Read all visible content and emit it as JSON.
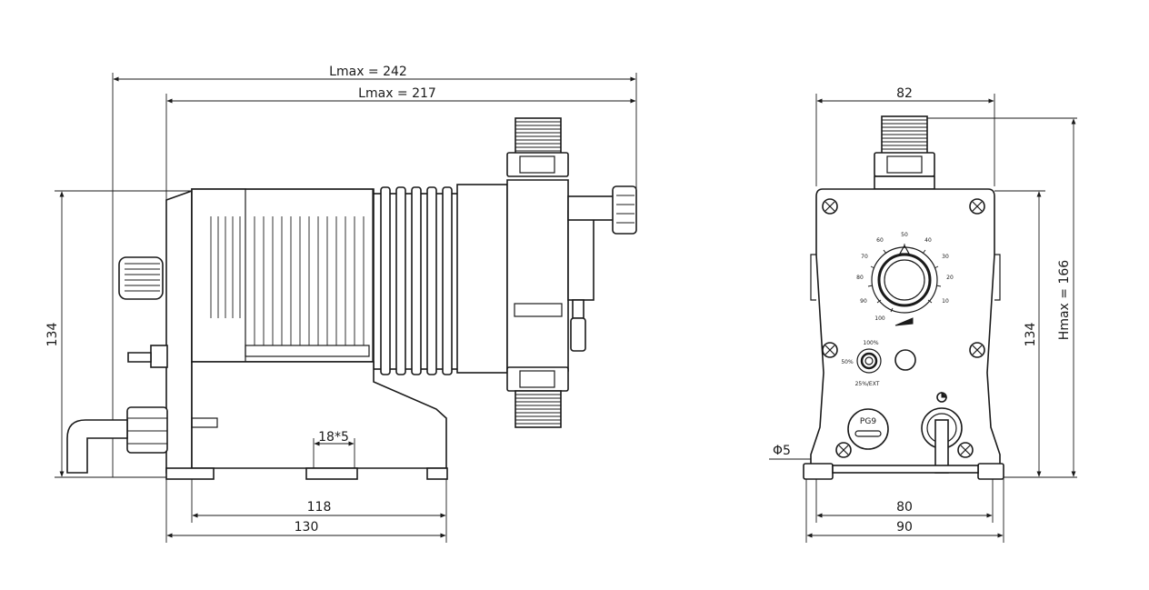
{
  "side_view": {
    "dim_lmax_outer": "Lmax = 242",
    "dim_lmax_inner": "Lmax = 217",
    "dim_height": "134",
    "dim_slot": "18*5",
    "dim_base_inner": "118",
    "dim_base_outer": "130"
  },
  "front_view": {
    "dim_width_top": "82",
    "dim_height": "134",
    "dim_hmax": "Hmax = 166",
    "dim_hole": "Φ5",
    "dim_base_inner": "80",
    "dim_base_outer": "90",
    "gland_label": "PG9",
    "stroke_dial_labels": [
      "100%",
      "50%",
      "25%/EXT"
    ],
    "freq_dial_labels": [
      "100",
      "90",
      "80",
      "70",
      "60",
      "50",
      "40",
      "30",
      "20",
      "10"
    ]
  }
}
